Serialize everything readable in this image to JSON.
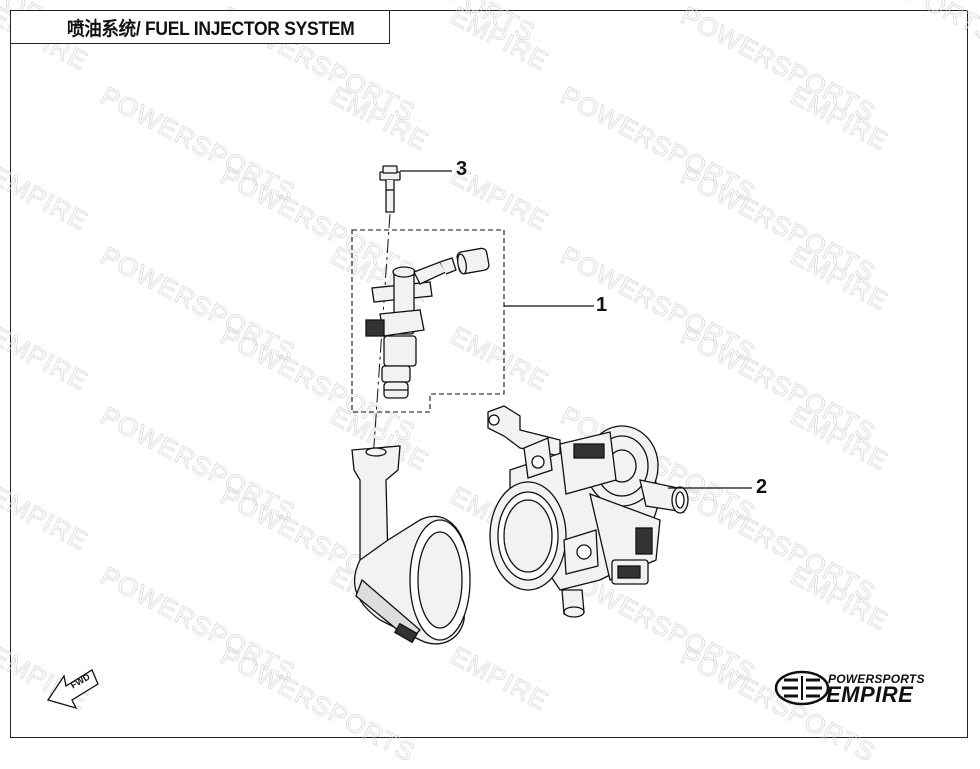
{
  "title": "喷油系统/ FUEL INJECTOR SYSTEM",
  "callouts": [
    {
      "number": "1",
      "part": "fuel injector assembly"
    },
    {
      "number": "2",
      "part": "throttle body"
    },
    {
      "number": "3",
      "part": "bolt"
    }
  ],
  "fwd_label": "FWD",
  "brand": {
    "top_text": "POWERSPORTS",
    "main_text": "EMPIRE"
  },
  "watermark": {
    "line1": "POWERSPORTS",
    "line2": "EMPIRE"
  },
  "colors": {
    "line": "#111111",
    "watermark": "#cfcfcf",
    "part_fill": "#f2f2f2",
    "connector": "#333333"
  }
}
